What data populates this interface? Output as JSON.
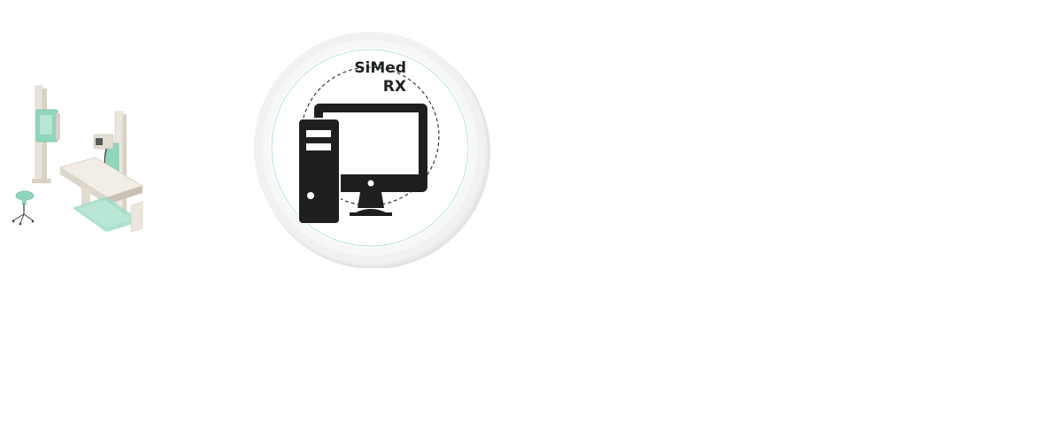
{
  "badge": {
    "title_line1": "SiMed",
    "title_line2": "RX"
  },
  "icons": {
    "left_illustration": "xray-room-illustration",
    "center_icon": "desktop-computer-icon"
  },
  "colors": {
    "accent_mint": "#8fd6bd",
    "icon_dark": "#1e1f1f",
    "equipment_light": "#ece6dc"
  }
}
